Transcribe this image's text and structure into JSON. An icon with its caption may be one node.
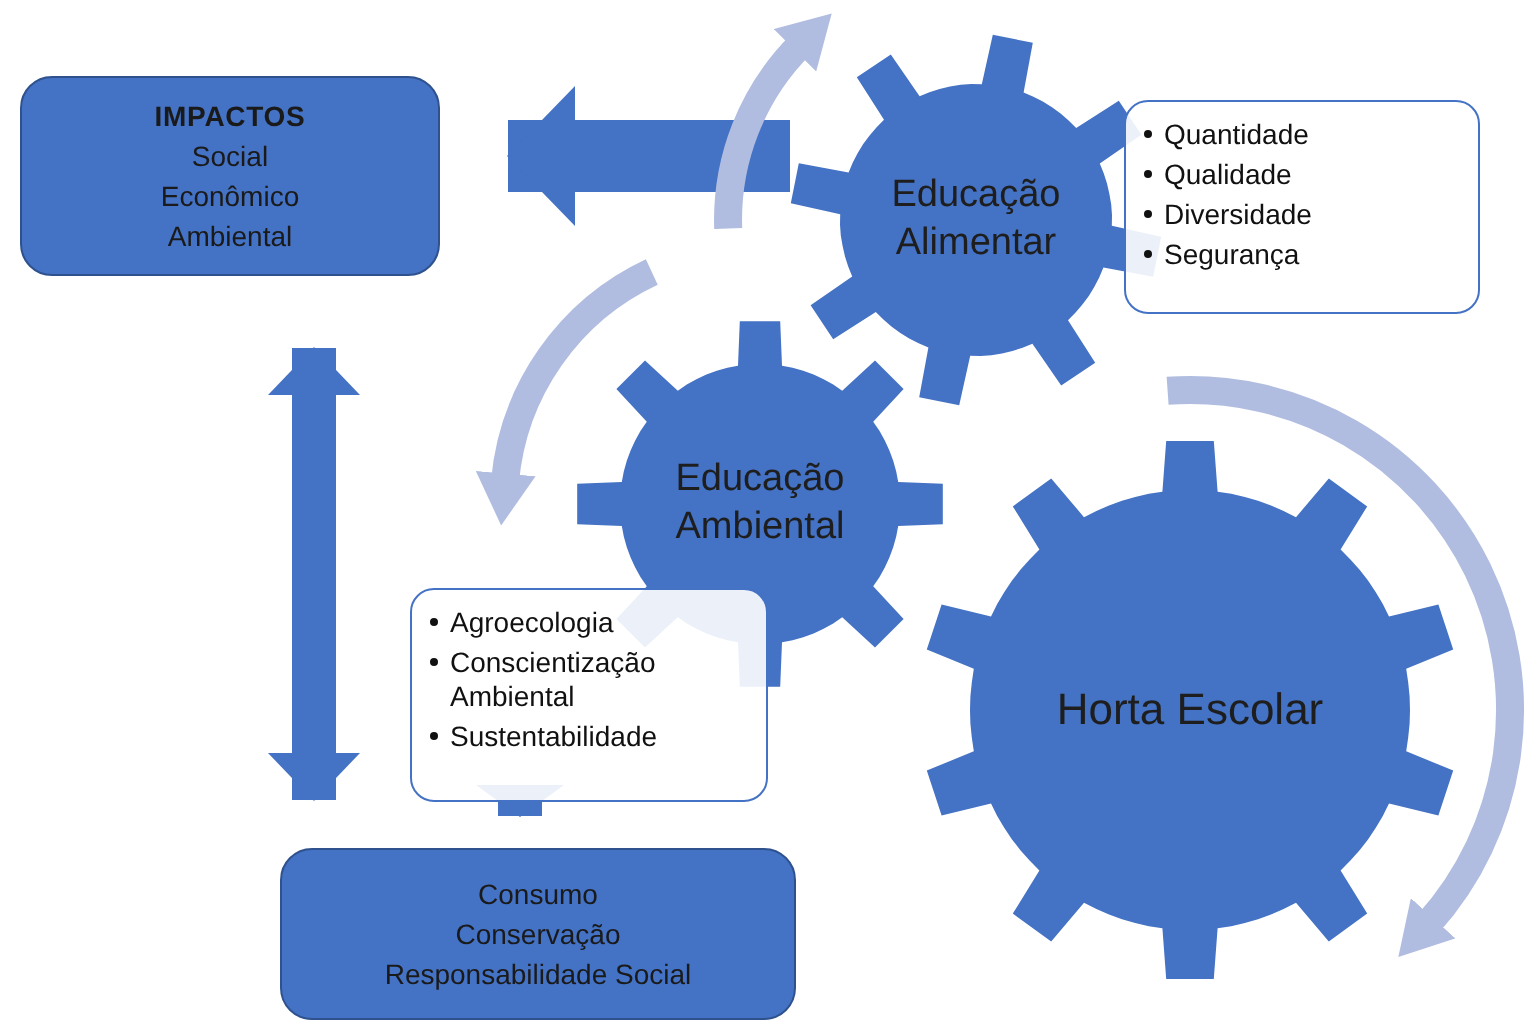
{
  "diagram": {
    "nodes": [
      {
        "text": [
          "IMPACTOS",
          "Social",
          "Econômico",
          "Ambiental"
        ]
      },
      {
        "text": [
          "Educação Alimentar"
        ]
      },
      {
        "text": [
          "Quantidade",
          "Qualidade",
          "Diversidade",
          "Segurança"
        ]
      },
      {
        "text": [
          "Educação Ambiental"
        ]
      },
      {
        "text": [
          "Agroecologia",
          "Conscientização Ambiental",
          "Sustentabilidade"
        ]
      },
      {
        "text": [
          "Horta Escolar"
        ]
      },
      {
        "text": [
          "Consumo",
          "Conservação",
          "Responsabilidade Social"
        ]
      }
    ],
    "edges": [
      {
        "from": 1,
        "to": 0,
        "arrow": "to"
      },
      {
        "from": 0,
        "to": 6,
        "arrow": "both"
      },
      {
        "from": 4,
        "to": 6,
        "arrow": "to"
      }
    ]
  }
}
